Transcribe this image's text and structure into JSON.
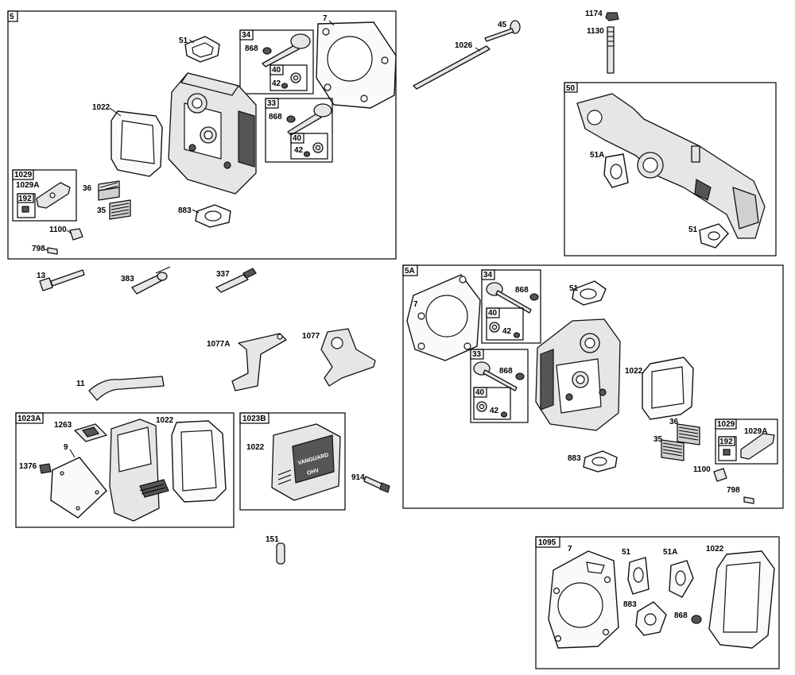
{
  "groups": {
    "g5": "5",
    "g34a": "34",
    "g40a": "40",
    "g33a": "33",
    "g40b": "40",
    "g1029a": "1029",
    "g192a": "192",
    "g50": "50",
    "g5A": "5A",
    "g34b": "34",
    "g40c": "40",
    "g33b": "33",
    "g40d": "40",
    "g1029b": "1029",
    "g192b": "192",
    "g1023A": "1023A",
    "g1023B": "1023B",
    "g1095": "1095"
  },
  "callouts": {
    "c51_a": "51",
    "c7_a": "7",
    "c868_a": "868",
    "c42_a": "42",
    "c1022_a": "1022",
    "c868_b": "868",
    "c42_b": "42",
    "c1029A_a": "1029A",
    "c36_a": "36",
    "c35_a": "35",
    "c883_a": "883",
    "c1100_a": "1100",
    "c798_a": "798",
    "c1026": "1026",
    "c45": "45",
    "c1174": "1174",
    "c1130": "1130",
    "c51A_a": "51A",
    "c51_b": "51",
    "c13": "13",
    "c383": "383",
    "c337": "337",
    "c1077A": "1077A",
    "c1077": "1077",
    "c11": "11",
    "c7_b": "7",
    "c868_c": "868",
    "c42_c": "42",
    "c51_c": "51",
    "c868_d": "868",
    "c42_d": "42",
    "c1022_b": "1022",
    "c36_b": "36",
    "c1029A_b": "1029A",
    "c35_b": "35",
    "c883_b": "883",
    "c1100_b": "1100",
    "c798_b": "798",
    "c1263": "1263",
    "c1022_c": "1022",
    "c9": "9",
    "c1376": "1376",
    "c1022_d": "1022",
    "c914": "914",
    "c151": "151",
    "c7_c": "7",
    "c51_d": "51",
    "c51A_b": "51A",
    "c1022_e": "1022",
    "c883_c": "883",
    "c868_e": "868"
  },
  "labels": {
    "cover_brand": "VANGUARD",
    "cover_model": "OHV"
  }
}
